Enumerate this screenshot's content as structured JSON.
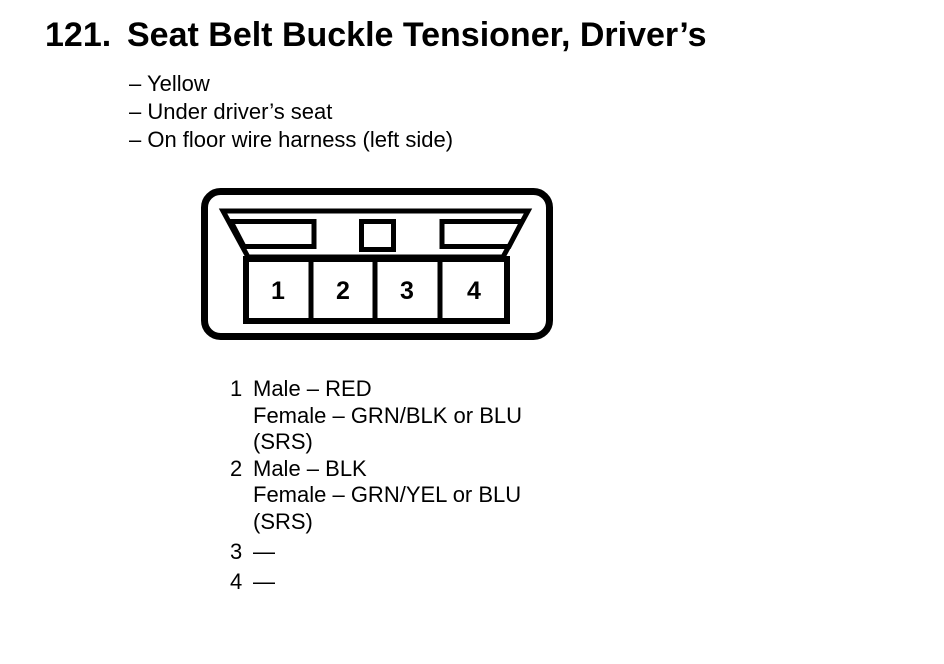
{
  "colors": {
    "ink": "#000000",
    "paper": "#ffffff"
  },
  "heading": {
    "number": "121.",
    "title": "Seat Belt Buckle Tensioner, Driver’s"
  },
  "attributes": [
    "– Yellow",
    "– Under driver’s seat",
    "– On floor wire harness (left side)"
  ],
  "connector": {
    "pins": [
      "1",
      "2",
      "3",
      "4"
    ]
  },
  "pinout": [
    {
      "pin": "1",
      "lines": [
        "Male – RED",
        "Female – GRN/BLK or BLU",
        "(SRS)"
      ]
    },
    {
      "pin": "2",
      "lines": [
        "Male – BLK",
        "Female – GRN/YEL or BLU",
        "(SRS)"
      ]
    },
    {
      "pin": "3",
      "lines": [
        "—"
      ]
    },
    {
      "pin": "4",
      "lines": [
        "—"
      ]
    }
  ]
}
